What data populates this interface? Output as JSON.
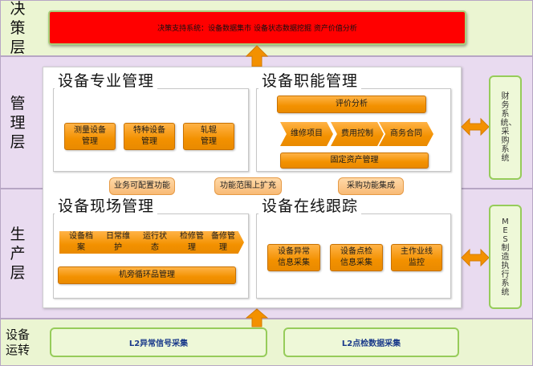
{
  "layers": {
    "decision": "决策层",
    "management": "管理层",
    "production": "生产层",
    "operation": "设备运转"
  },
  "decision_box": "决策支持系统：设备数据集市  设备状态数据挖掘  资产价值分析",
  "professional": {
    "title": "设备专业管理",
    "items": [
      "测量设备管理",
      "特种设备管理",
      "轧辊管理"
    ]
  },
  "functional": {
    "title": "设备职能管理",
    "evaluation": "评价分析",
    "flow": [
      "维修项目",
      "费用控制",
      "商务合同"
    ],
    "fixed_assets": "固定资产管理"
  },
  "middle_tags": [
    "业务可配置功能",
    "功能范围上扩充",
    "采购功能集成"
  ],
  "field": {
    "title": "设备现场管理",
    "flow": [
      "设备档案",
      "日常维护",
      "运行状态",
      "检修管理",
      "备修管理"
    ],
    "bottom": "机旁循环品管理"
  },
  "online": {
    "title": "设备在线跟踪",
    "items": [
      "设备异常信息采集",
      "设备点检信息采集",
      "主作业线监控"
    ]
  },
  "side_systems": {
    "finance": "财务系统、采购系统",
    "mes": "MES制造执行系统"
  },
  "collection": [
    "L2异常信号采集",
    "L2点检数据采集"
  ],
  "colors": {
    "decision_bg": "#ebf5d2",
    "management_bg": "#e9dbf0",
    "decision_bar": "#ff0000",
    "orange": "#f39100",
    "green_border": "#96cc5a"
  }
}
